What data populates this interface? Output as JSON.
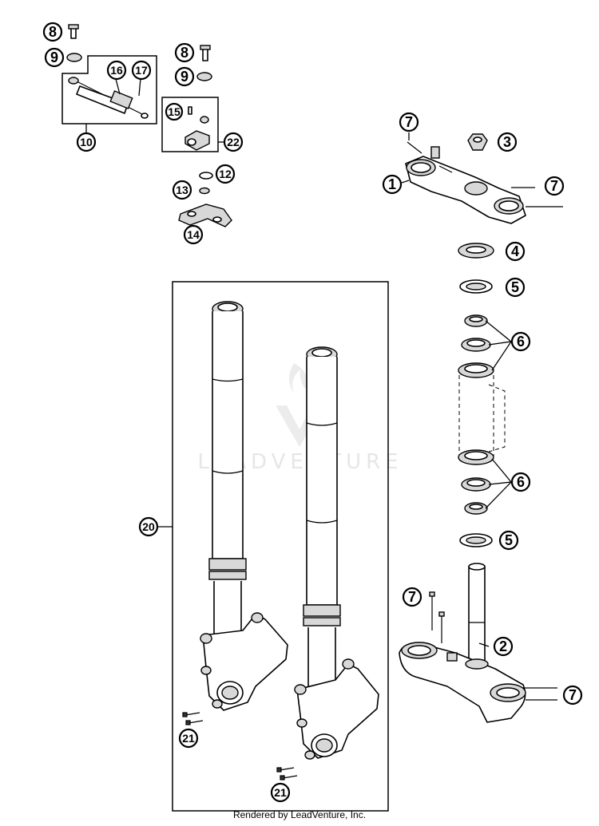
{
  "footer": {
    "credit": "Rendered by LeadVenture, Inc."
  },
  "watermark": {
    "text": "LEADVENTURE"
  },
  "callouts": {
    "c1": "1",
    "c2": "2",
    "c3": "3",
    "c4": "4",
    "c5a": "5",
    "c5b": "5",
    "c6a": "6",
    "c6b": "6",
    "c7a": "7",
    "c7b": "7",
    "c7c": "7",
    "c7d": "7",
    "c8a": "8",
    "c8b": "8",
    "c9a": "9",
    "c9b": "9",
    "c10": "10",
    "c12": "12",
    "c13": "13",
    "c14": "14",
    "c15": "15",
    "c16": "16",
    "c17": "17",
    "c20": "20",
    "c21a": "21",
    "c21b": "21",
    "c22": "22"
  }
}
